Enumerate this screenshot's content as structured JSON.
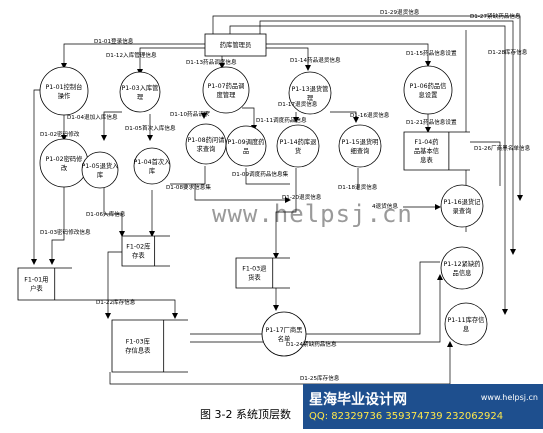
{
  "caption": "图 3-2    系统顶层数",
  "watermark": "www.helpsj.cn",
  "banner": {
    "title": "星海毕业设计网",
    "url": "www.helpsj.cn",
    "qq": "QQ: 82329736  359374739  232062924"
  },
  "entity": "药库管理员",
  "processes": {
    "p101": [
      "P1-01控制台",
      "操作"
    ],
    "p102": [
      "P1-02密码修",
      "改"
    ],
    "p103": [
      "P1-03入库管",
      "理"
    ],
    "p105": [
      "P1-05退货入",
      "库"
    ],
    "p104": [
      "P1-04首次入",
      "库"
    ],
    "p107": [
      "P1-07药品调",
      "度管理"
    ],
    "p108": [
      "P1-08药问请",
      "求查询"
    ],
    "p109": [
      "P1-09调度药",
      "品"
    ],
    "p113": [
      "P1-13退货管",
      "理"
    ],
    "p114": [
      "P1-14药库退",
      "货"
    ],
    "p115": [
      "P1-15退货明",
      "细查询"
    ],
    "p106": [
      "P1-06药品信",
      "息设置"
    ],
    "p116": [
      "P1-16退货记",
      "录查询"
    ],
    "p112": [
      "P1-12紧缺药",
      "品信息"
    ],
    "p111": [
      "P1-11库存信",
      "息"
    ],
    "p117": [
      "P1-17厂商黑",
      "名单"
    ]
  },
  "stores": {
    "f101": [
      "F1-01用",
      "户表"
    ],
    "f102": [
      "F1-02库",
      "存表"
    ],
    "f103": [
      "F1-03退",
      "货表"
    ],
    "f103b": [
      "F1-03库",
      "存信息表"
    ],
    "f104": [
      "F1-04药",
      "品基本信",
      "息表"
    ]
  },
  "flows": {
    "d129": "D1-29退货信息",
    "d127": "D1-27紧缺药品信息",
    "d128": "D1-28库存信息",
    "d101": "D1-01登录信息",
    "d112": "D1-12入库管理信息",
    "d113": "D1-13药品调度信息",
    "d114": "D1-14药品退货信息",
    "d115": "D1-15药品信息设置",
    "d104": "D1-04退加入库信息",
    "d105": "D1-05首次入库信息",
    "d110": "D1-10药品请求",
    "d111": "D1-11调度药品信息",
    "d117": "D1-17退货信息",
    "d116": "D1-16退货信息",
    "d121": "D1-21药品信息设置",
    "d126": "D1-26厂商黑名单信息",
    "d102": "D1-02密码修改",
    "d108": "D1-08要求信息集",
    "d109": "D1-09调度药品信息集",
    "d118": "D1-18退货信息",
    "dth": "4退货信息",
    "d106": "D1-06入库信息",
    "d103": "D1-03密码修改信息",
    "d122": "D1-22库存信息",
    "d124": "D1-24紧缺药品信息",
    "d125": "D1-25库存信息",
    "d120": "D1-20退货信息"
  }
}
